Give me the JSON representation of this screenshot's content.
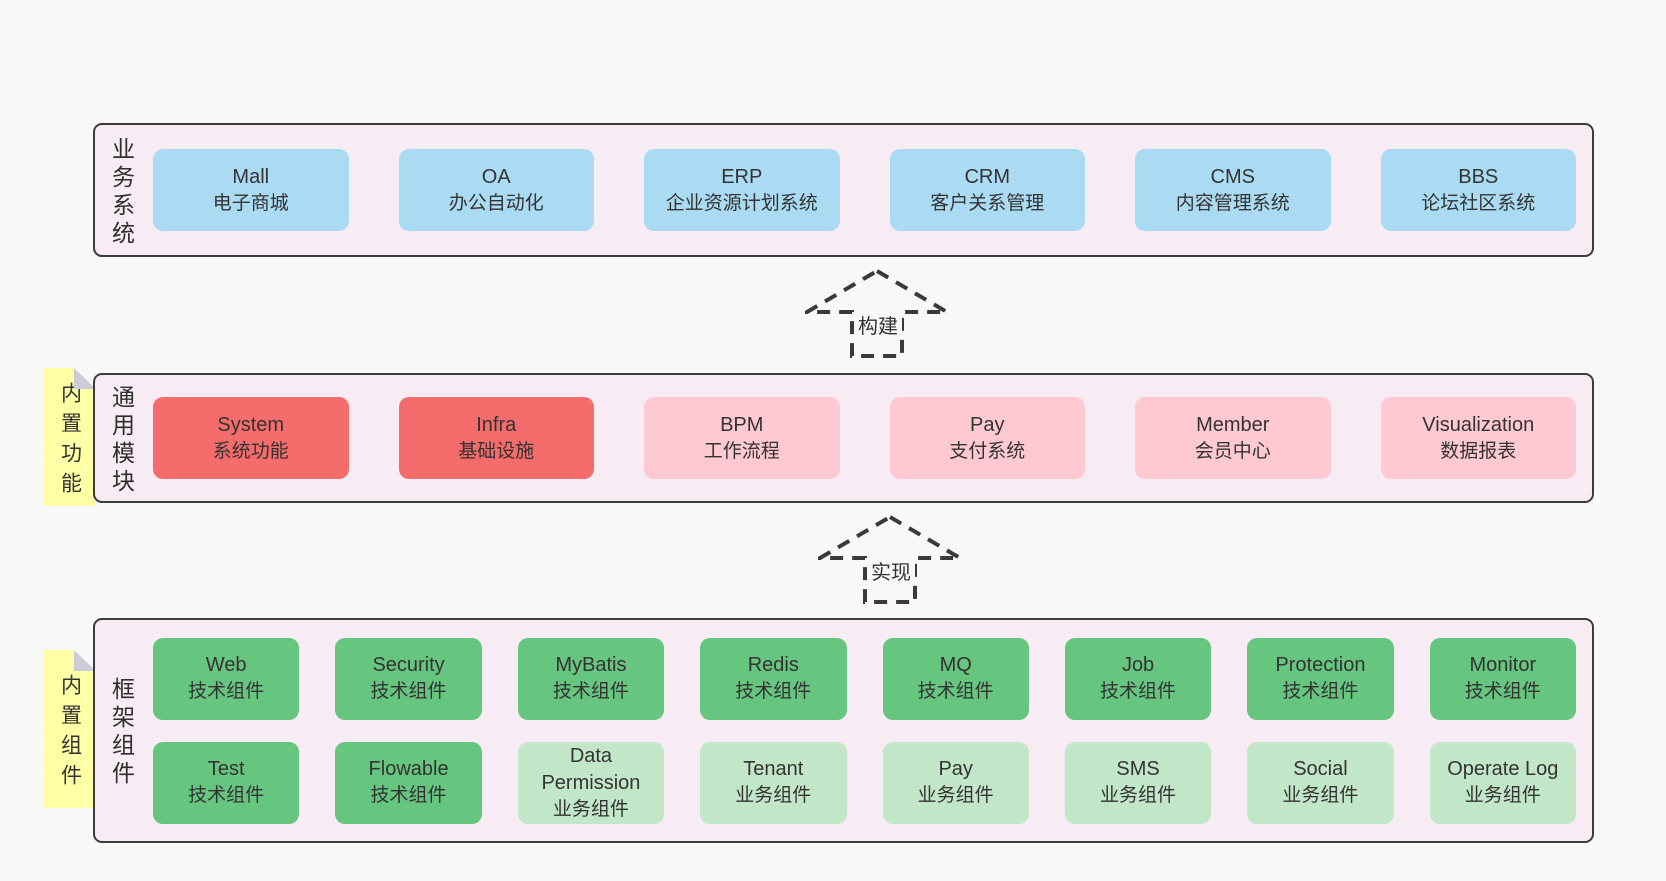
{
  "palette": {
    "page_bg": "#f8f8f8",
    "panel_bg": "#f7ecf4",
    "panel_border": "#3c3c3c",
    "box_blue": "#abdbf2",
    "box_red": "#f56c6c",
    "box_pink": "#ffc9d2",
    "box_green": "#66c57e",
    "box_light_green": "#c1e6c8",
    "note_yellow": "#ffffa6",
    "note_fold_gray": "#ccccd9",
    "text": "#333333"
  },
  "business_layer": {
    "label": "业务系统",
    "boxes": [
      {
        "name": "Mall",
        "desc": "电子商城"
      },
      {
        "name": "OA",
        "desc": "办公自动化"
      },
      {
        "name": "ERP",
        "desc": "企业资源计划系统"
      },
      {
        "name": "CRM",
        "desc": "客户关系管理"
      },
      {
        "name": "CMS",
        "desc": "内容管理系统"
      },
      {
        "name": "BBS",
        "desc": "论坛社区系统"
      }
    ]
  },
  "arrow_build": {
    "label": "构建"
  },
  "module_layer": {
    "label": "通用模块",
    "note": "内置功能",
    "boxes": [
      {
        "name": "System",
        "desc": "系统功能"
      },
      {
        "name": "Infra",
        "desc": "基础设施"
      },
      {
        "name": "BPM",
        "desc": "工作流程"
      },
      {
        "name": "Pay",
        "desc": "支付系统"
      },
      {
        "name": "Member",
        "desc": "会员中心"
      },
      {
        "name": "Visualization",
        "desc": "数据报表"
      }
    ]
  },
  "arrow_implement": {
    "label": "实现"
  },
  "component_layer": {
    "label": "框架组件",
    "note": "内置组件",
    "row1": [
      {
        "name": "Web",
        "desc": "技术组件"
      },
      {
        "name": "Security",
        "desc": "技术组件"
      },
      {
        "name": "MyBatis",
        "desc": "技术组件"
      },
      {
        "name": "Redis",
        "desc": "技术组件"
      },
      {
        "name": "MQ",
        "desc": "技术组件"
      },
      {
        "name": "Job",
        "desc": "技术组件"
      },
      {
        "name": "Protection",
        "desc": "技术组件"
      },
      {
        "name": "Monitor",
        "desc": "技术组件"
      }
    ],
    "row2": [
      {
        "name": "Test",
        "desc": "技术组件"
      },
      {
        "name": "Flowable",
        "desc": "技术组件"
      },
      {
        "name": "Data Permission",
        "desc": "业务组件"
      },
      {
        "name": "Tenant",
        "desc": "业务组件"
      },
      {
        "name": "Pay",
        "desc": "业务组件"
      },
      {
        "name": "SMS",
        "desc": "业务组件"
      },
      {
        "name": "Social",
        "desc": "业务组件"
      },
      {
        "name": "Operate Log",
        "desc": "业务组件"
      }
    ]
  }
}
